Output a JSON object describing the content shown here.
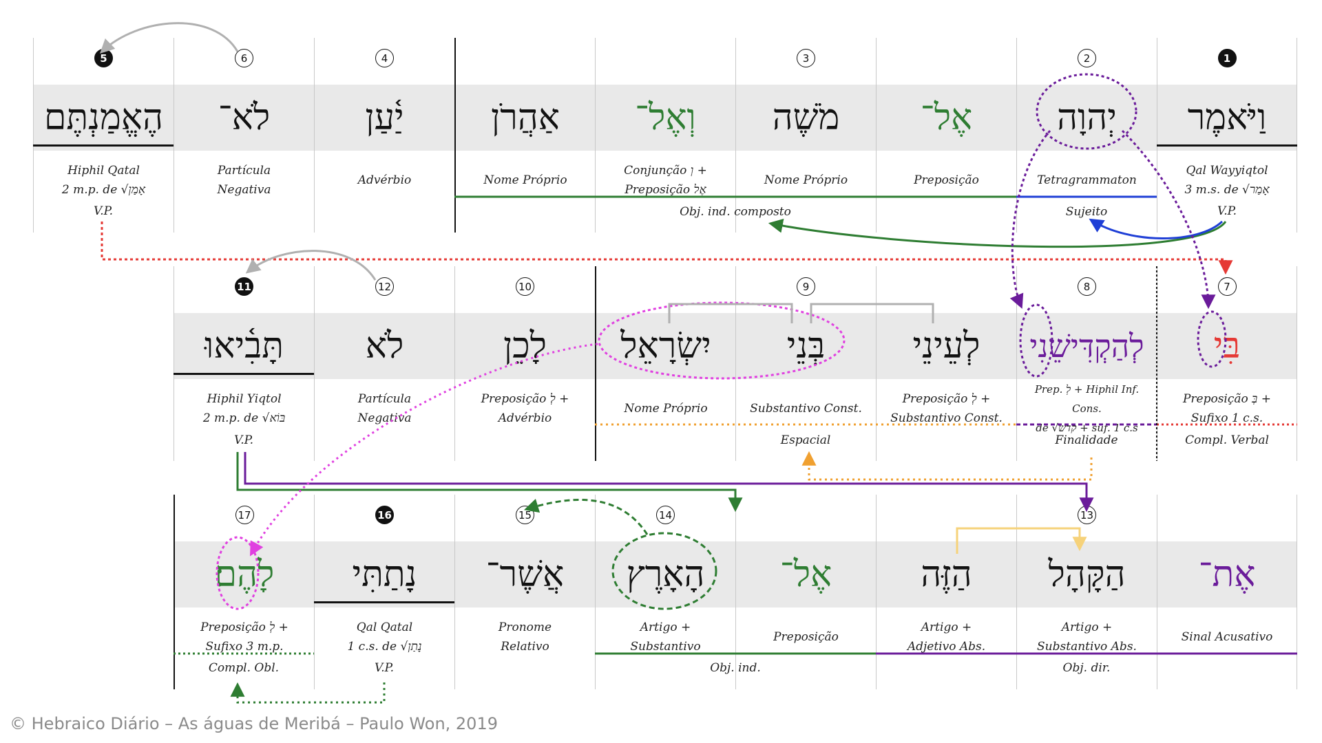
{
  "rows": [
    {
      "cells": [
        {
          "num": "5",
          "filled": true,
          "word": "הֶאֱמַנְתֶּם",
          "color": "",
          "morph": "Hiphil Qatal\n2 m.p. de √אָמַן"
        },
        {
          "num": "6",
          "filled": false,
          "word": "לֹא־",
          "color": "",
          "morph": "Partícula\nNegativa"
        },
        {
          "num": "4",
          "filled": false,
          "word": "יַ֫עַן",
          "color": "",
          "morph": "Advérbio"
        },
        {
          "num": "",
          "filled": false,
          "word": "אַהֲרֹן",
          "color": "",
          "morph": "Nome Próprio"
        },
        {
          "num": "3",
          "filled": false,
          "word": "וְאֶל־",
          "color": "green",
          "morph": "Conjunção וְ +\nPreposição אֶל"
        },
        {
          "num": "",
          "filled": false,
          "word": "מֹשֶׁה",
          "color": "",
          "morph": "Nome Próprio"
        },
        {
          "num": "",
          "filled": false,
          "word": "אֶל־",
          "color": "green",
          "morph": "Preposição"
        },
        {
          "num": "2",
          "filled": false,
          "word": "יְהוָה",
          "color": "",
          "morph": "Tetragrammaton"
        },
        {
          "num": "1",
          "filled": true,
          "word": "וַיֹּאמֶר",
          "color": "",
          "morph": "Qal Wayyiqtol\n3 m.s. de √אָמַר"
        }
      ],
      "roles": {
        "vp1": "V.P.",
        "obj": "Obj. ind. composto",
        "suj": "Sujeito",
        "vp2": "V.P."
      }
    },
    {
      "cells": [
        {
          "num": "11",
          "filled": true,
          "word": "תָּבִ֫יאוּ",
          "color": "",
          "morph": "Hiphil Yiqtol\n2 m.p. de √בּוֹא"
        },
        {
          "num": "12",
          "filled": false,
          "word": "לֹא",
          "color": "",
          "morph": "Partícula\nNegativa"
        },
        {
          "num": "10",
          "filled": false,
          "word": "לָכֵן",
          "color": "",
          "morph": "Preposição לְ +\nAdvérbio"
        },
        {
          "num": "",
          "filled": false,
          "word": "יִשְׂרָאֵל",
          "color": "",
          "morph": "Nome Próprio"
        },
        {
          "num": "9",
          "filled": false,
          "word": "בְּנֵי",
          "color": "",
          "morph": "Substantivo Const."
        },
        {
          "num": "",
          "filled": false,
          "word": "לְעֵינֵי",
          "color": "",
          "morph": "Preposição לְ +\nSubstantivo Const."
        },
        {
          "num": "8",
          "filled": false,
          "word": "לְהַקְדִּישֵׁנִי",
          "color": "purple",
          "morph": "Prep. לְ + Hiphil Inf. Cons.\nde √קדשׁ + suf. 1 c.s"
        },
        {
          "num": "7",
          "filled": false,
          "word": "בִּי",
          "color": "",
          "morph": "Preposição בְּ +\nSufixo 1 c.s."
        }
      ],
      "roles": {
        "vp": "V.P.",
        "esp": "Espacial",
        "fin": "Finalidade",
        "compl": "Compl. Verbal"
      }
    },
    {
      "cells": [
        {
          "num": "17",
          "filled": false,
          "word": "לָהֶם׃",
          "color": "",
          "morph": "Preposição לְ +\nSufixo 3 m.p."
        },
        {
          "num": "16",
          "filled": true,
          "word": "נָתַתִּי",
          "color": "",
          "morph": "Qal Qatal\n1 c.s. de √נָתַן"
        },
        {
          "num": "15",
          "filled": false,
          "word": "אֲשֶׁר־",
          "color": "",
          "morph": "Pronome\nRelativo"
        },
        {
          "num": "14",
          "filled": false,
          "word": "הָאָרֶץ",
          "color": "",
          "morph": "Artigo +\nSubstantivo"
        },
        {
          "num": "",
          "filled": false,
          "word": "אֶל־",
          "color": "green",
          "morph": "Preposição"
        },
        {
          "num": "",
          "filled": false,
          "word": "הַזֶּה",
          "color": "",
          "morph": "Artigo +\nAdjetivo Abs."
        },
        {
          "num": "13",
          "filled": false,
          "word": "הַקָּהָל",
          "color": "",
          "morph": "Artigo +\nSubstantivo Abs."
        },
        {
          "num": "",
          "filled": false,
          "word": "אֶת־",
          "color": "purple",
          "morph": "Sinal Acusativo"
        }
      ],
      "roles": {
        "obl": "Compl. Obl.",
        "vp": "V.P.",
        "objind": "Obj. ind.",
        "objdir": "Obj. dir."
      }
    }
  ],
  "colors": {
    "green": "#2e7d32",
    "blue": "#1f3fd6",
    "purple": "#6a1b9a",
    "red": "#e53935",
    "orange": "#f0a030",
    "magenta": "#e040e0",
    "gray": "#b0b0b0",
    "yellow": "#f6d27a"
  },
  "footer": "© Hebraico Diário – As águas de Meribá – Paulo Won, 2019"
}
